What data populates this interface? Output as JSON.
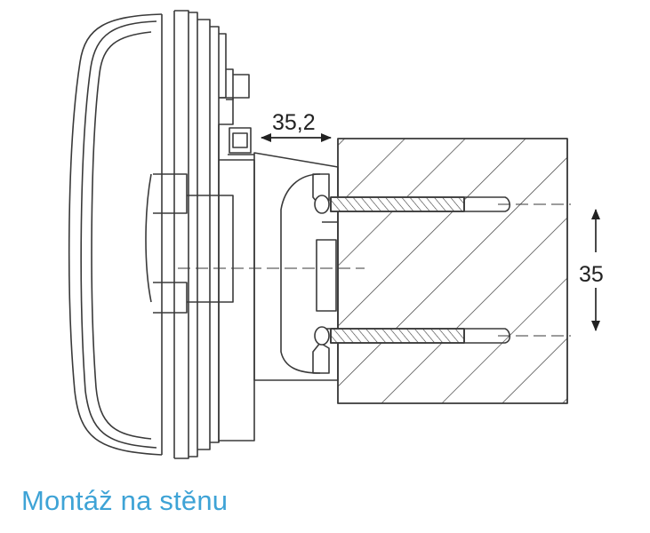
{
  "dimensions": {
    "standoff_label": "35,2",
    "screw_spacing_label": "35"
  },
  "caption": "Montáž na stěnu",
  "colors": {
    "line": "#3a3a3a",
    "caption": "#3ea3d6",
    "background": "#ffffff"
  }
}
